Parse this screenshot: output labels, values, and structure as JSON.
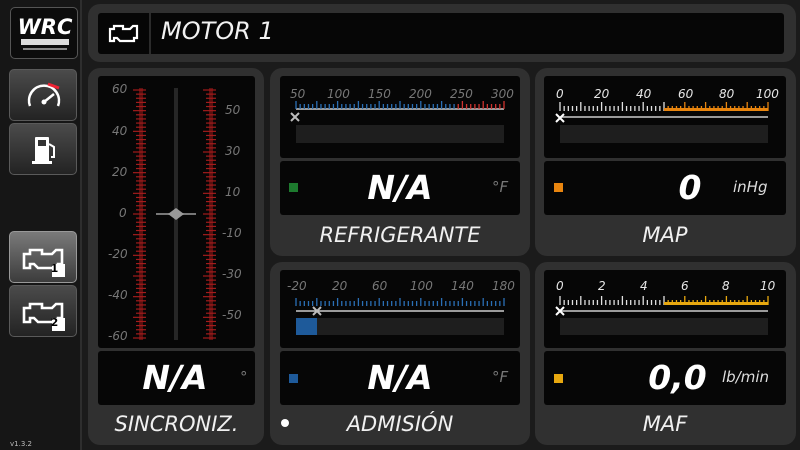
{
  "sidebar": {
    "logo_text": "WRC",
    "version": "v1.3.2",
    "buttons": [
      {
        "name": "gauge-button",
        "icon": "speedometer-icon"
      },
      {
        "name": "fuel-button",
        "icon": "fuel-pump-icon"
      },
      {
        "name": "motor-1-button",
        "icon": "engine-1-icon",
        "badge": "1",
        "active": true
      },
      {
        "name": "motor-2-button",
        "icon": "engine-2-icon",
        "badge": "2",
        "active": false
      }
    ]
  },
  "header": {
    "title": "MOTOR 1",
    "icon": "engine-icon"
  },
  "sync": {
    "label": "SINCRONIZ.",
    "value": "N/A",
    "unit": "°",
    "left_ticks": [
      "60",
      "40",
      "20",
      "0",
      "-20",
      "-40",
      "-60"
    ],
    "right_ticks": [
      "50",
      "30",
      "10",
      "-10",
      "-30",
      "-50"
    ]
  },
  "coolant": {
    "label": "REFRIGERANTE",
    "value": "N/A",
    "unit": "°F",
    "ticks": [
      "50",
      "100",
      "150",
      "200",
      "250",
      "300"
    ],
    "color": "#1d7a2e",
    "level": 0
  },
  "intake": {
    "label": "ADMISIÓN",
    "value": "N/A",
    "unit": "°F",
    "ticks": [
      "-20",
      "20",
      "60",
      "100",
      "140",
      "180"
    ],
    "color": "#1e5a9a",
    "level": 0.07
  },
  "map": {
    "label": "MAP",
    "value": "0",
    "unit": "inHg",
    "ticks": [
      "0",
      "20",
      "40",
      "60",
      "80",
      "100"
    ],
    "color": "#e8850f",
    "level": 0
  },
  "maf": {
    "label": "MAF",
    "value": "0,0",
    "unit": "lb/min",
    "ticks": [
      "0",
      "2",
      "4",
      "6",
      "8",
      "10"
    ],
    "color": "#e8a80f",
    "level": 0
  }
}
